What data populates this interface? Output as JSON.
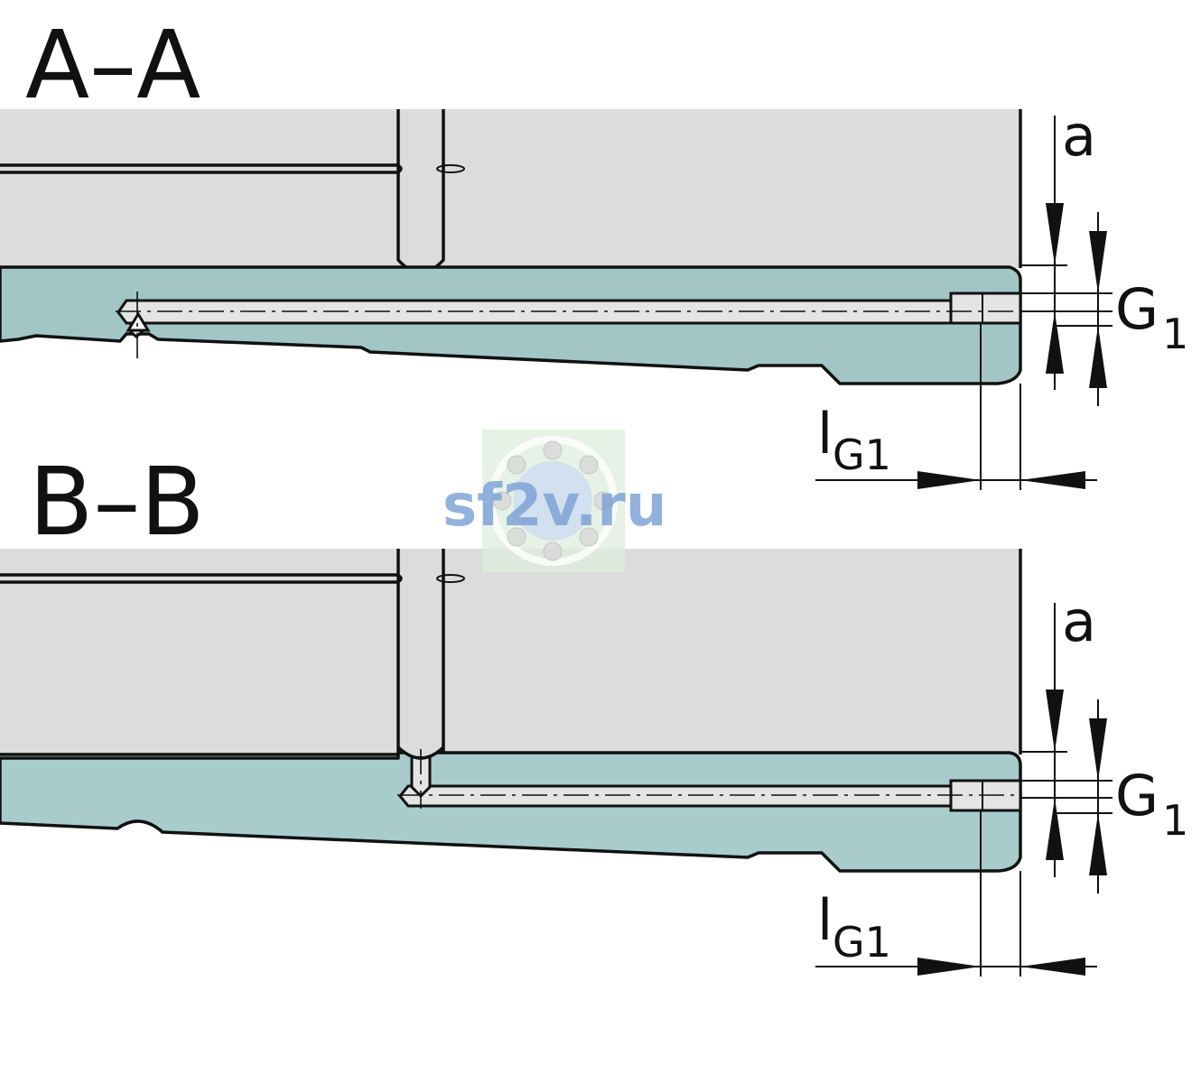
{
  "sections": [
    {
      "id": "A",
      "title": "A–A",
      "dims": {
        "a": "a",
        "G_main": "G",
        "G_sub": "1",
        "lG_main": "l",
        "lG_sub": "G1"
      }
    },
    {
      "id": "B",
      "title": "B–B",
      "dims": {
        "a": "a",
        "G_main": "G",
        "G_sub": "1",
        "lG_main": "l",
        "lG_sub": "G1"
      }
    }
  ],
  "watermark": {
    "text": "sf2v.ru"
  },
  "colors": {
    "housing": "#dcdcdc",
    "plate_a": "#a2c6c6",
    "plate_b": "#a7cccb",
    "line": "#111111",
    "watermark": "#7fa4d8"
  }
}
